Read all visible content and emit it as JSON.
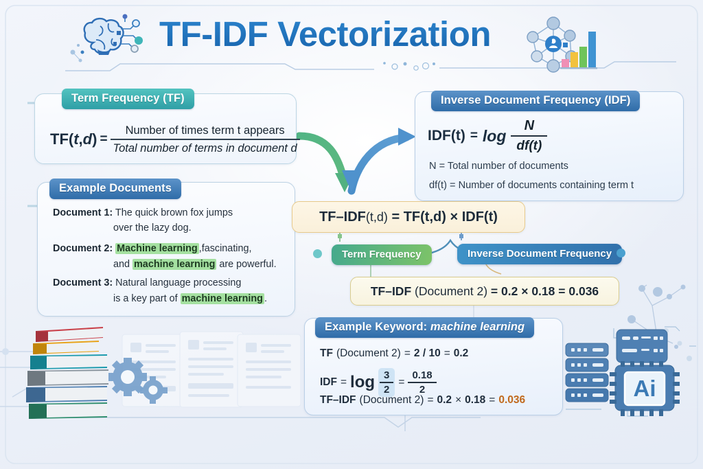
{
  "header": {
    "title": "TF-IDF Vectorization",
    "brain_icon": "brain-circuit-icon",
    "network_icon": "network-barchart-icon"
  },
  "tf_card": {
    "badge": "Term Frequency (TF)",
    "lhs": "TF(t,d)",
    "equals": "=",
    "numerator": "Number of times term t appears",
    "denominator": "Total number of terms in document d"
  },
  "idf_card": {
    "badge": "Inverse Document Frequency (IDF)",
    "lhs": "IDF(t)",
    "equals": "=",
    "log": "log",
    "numerator": "N",
    "denominator": "df(t)",
    "note_n": "N  =  Total number of documents",
    "note_df": "df(t) = Number of documents containing term t"
  },
  "docs_card": {
    "badge": "Example Documents",
    "documents": [
      {
        "label": "Document 1:",
        "line1_pre": "The quick brown fox jumps",
        "line2_pre": "over the lazy dog.",
        "highlight": ""
      },
      {
        "label": "Document 2:",
        "hl1": "Machine learning",
        "after1": ",fascinating,",
        "pre2": "and ",
        "hl2": "machine learning",
        "after2": " are powerful."
      },
      {
        "label": "Document 3:",
        "line1": "Natural language processing",
        "pre2": "is a key part of ",
        "hl": "machine learning",
        "after": "."
      }
    ]
  },
  "core_formula": {
    "lhs": "TF–IDF",
    "lhs_args": "(t,d)",
    "equals": "=",
    "tf_term": "TF(t,d)",
    "times": "×",
    "idf_term": "IDF(t)"
  },
  "pills": {
    "term_frequency": "Term Frequency",
    "inverse_document_frequency": "Inverse Document Frequency"
  },
  "result": {
    "label": "TF–IDF",
    "args": "(Document 2)",
    "equals": "=",
    "tf_value": "0.2",
    "times": "×",
    "idf_value": "0.18",
    "equals2": "=",
    "product": "0.036"
  },
  "keyword_card": {
    "badge_prefix": "Example Keyword: ",
    "badge_keyword": "machine learning",
    "tf_line": {
      "label": "TF",
      "args": "(Document 2)",
      "equals": "=",
      "expr": "2 / 10",
      "equals2": "=",
      "value": "0.2"
    },
    "idf_line": {
      "label": "IDF",
      "equals": "=",
      "log": "log",
      "frac_num": "3",
      "frac_den": "2",
      "equals2": "=",
      "res_num": "0.18",
      "res_den": "2"
    },
    "tfidf_line": {
      "label": "TF–IDF",
      "args": "(Document 2)",
      "equals": "=",
      "tf_value": "0.2",
      "times": "×",
      "idf_value": "0.18",
      "equals2": "=",
      "result": "0.036"
    }
  },
  "illustrations": {
    "books": "book-stack-documents-gears-icon",
    "server": "server-rack-ai-chip-icon",
    "ai_label": "Ai",
    "book_colors": [
      "#c9414a",
      "#e8a317",
      "#1a9aad",
      "#8a949d",
      "#4e7fb2",
      "#2f8e6e"
    ]
  },
  "colors": {
    "title_blue": "#1f6fba",
    "teal_badge": "#2f9fa6",
    "blue_badge": "#2f6ca8",
    "highlight_green": "#a4e0a0",
    "accent_orange": "#c1691d",
    "cream_card": "#faf0da"
  }
}
